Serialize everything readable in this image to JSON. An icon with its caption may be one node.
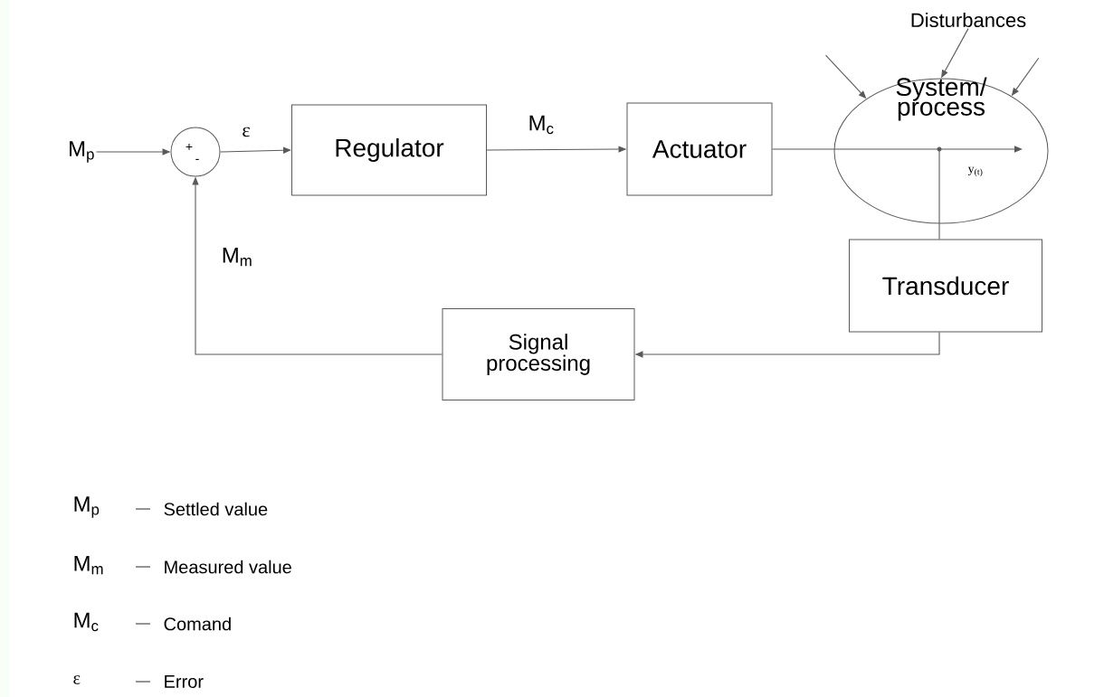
{
  "diagram": {
    "nodes": [
      {
        "text": [
          "M$_{p}$"
        ]
      },
      {
        "text": [
          "+",
          "-"
        ]
      },
      {
        "text": [
          "Regulator"
        ]
      },
      {
        "text": [
          "Actuator"
        ]
      },
      {
        "text": [
          "System/ process"
        ]
      },
      {
        "text": [
          "Transducer"
        ]
      },
      {
        "text": [
          "Signal processing"
        ]
      },
      {
        "text": [
          "Disturbances"
        ]
      }
    ],
    "edges": [
      {
        "from": 0,
        "to": 1,
        "arrow": "to"
      },
      {
        "from": 1,
        "to": 2,
        "arrow": "to",
        "label": "ε"
      },
      {
        "from": 2,
        "to": 3,
        "arrow": "to",
        "label": "M$_{c}$"
      },
      {
        "from": 3,
        "to": 4,
        "arrow": "to",
        "label": "y$_{(t)}$"
      },
      {
        "from": 4,
        "to": 5,
        "arrow": "none"
      },
      {
        "from": 5,
        "to": 6,
        "arrow": "to"
      },
      {
        "from": 6,
        "to": 1,
        "arrow": "to",
        "label": "M$_{m}$"
      },
      {
        "from": 7,
        "to": 4,
        "arrow": "to"
      },
      {
        "from": null,
        "to": 4,
        "arrow": "to"
      },
      {
        "from": null,
        "to": 4,
        "arrow": "to"
      }
    ],
    "labels": [
      "M$_{p}$",
      "Settled value",
      "M$_{m}$",
      "Measured value",
      "M$_{c}$",
      "Comand",
      "ε",
      "Error"
    ]
  }
}
